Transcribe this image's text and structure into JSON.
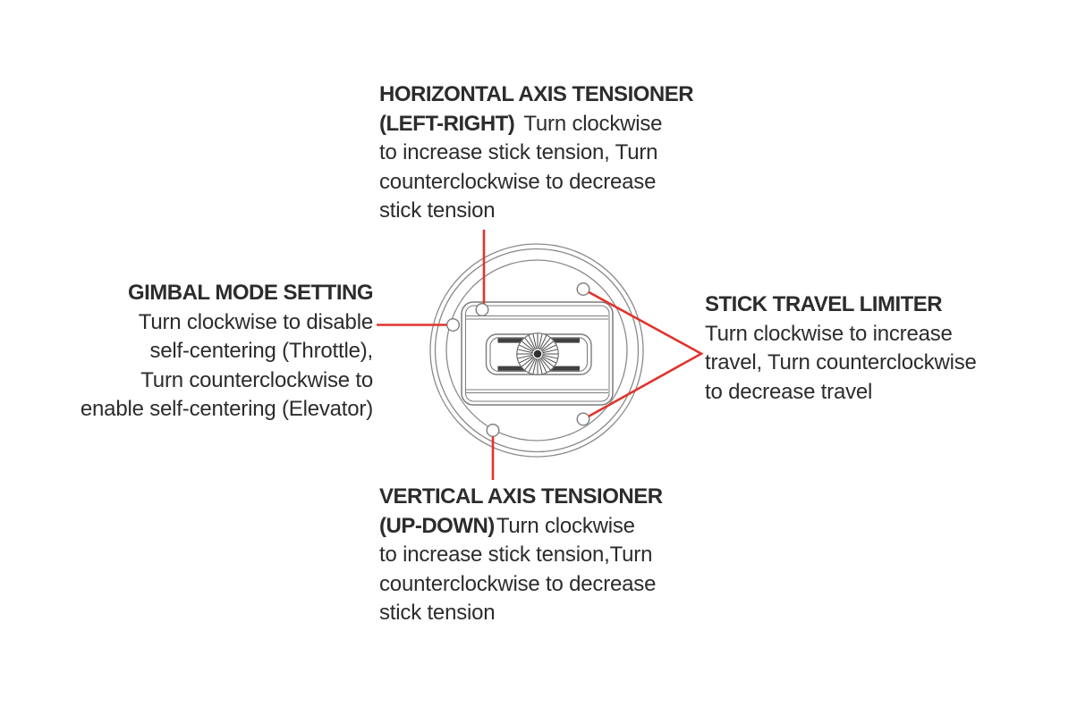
{
  "colors": {
    "text": "#2c2c2e",
    "leader_red": "#e0342c",
    "ring_line": "#8a8a8a",
    "diagram_line": "#7c7c7c",
    "inner_line": "#9a9a9a",
    "bar_dark": "#414141",
    "knob_spoke": "#4e4e4e",
    "knob_center": "#303030"
  },
  "blocks": {
    "top": {
      "title": "HORIZONTAL AXIS TENSIONER",
      "lead_bold": "(LEFT-RIGHT)",
      "lead_rest": "Turn clockwise",
      "lines": [
        "to increase stick tension, Turn",
        "counterclockwise to decrease",
        "stick tension"
      ]
    },
    "left": {
      "title": "GIMBAL MODE SETTING",
      "lines": [
        "Turn clockwise to disable",
        "self-centering (Throttle),",
        "Turn counterclockwise to",
        "enable self-centering (Elevator)"
      ]
    },
    "right": {
      "title": "STICK TRAVEL LIMITER",
      "lines": [
        "Turn clockwise to increase",
        "travel, Turn counterclockwise",
        "to decrease travel"
      ]
    },
    "bottom": {
      "title": "VERTICAL AXIS TENSIONER",
      "lead_bold": "(UP-DOWN)",
      "lead_rest": "Turn clockwise",
      "lines": [
        "to increase stick tension,Turn",
        "counterclockwise to decrease",
        "stick tension"
      ]
    }
  }
}
